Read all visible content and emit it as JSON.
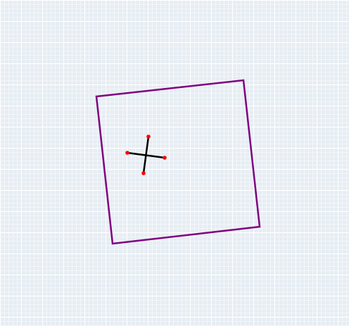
{
  "colors": {
    "background": "#e6edf3",
    "grid_minor": "#f7f9fb",
    "grid_major": "#ffffff",
    "square_stroke": "#800080",
    "cross_stroke": "#000000",
    "endpoint_fill": "#ff0000"
  },
  "shapes": {
    "square": {
      "kind": "rotated-square",
      "rotation_deg": -7
    },
    "cross": {
      "kind": "cross-marker",
      "endpoint_count": 4
    }
  }
}
